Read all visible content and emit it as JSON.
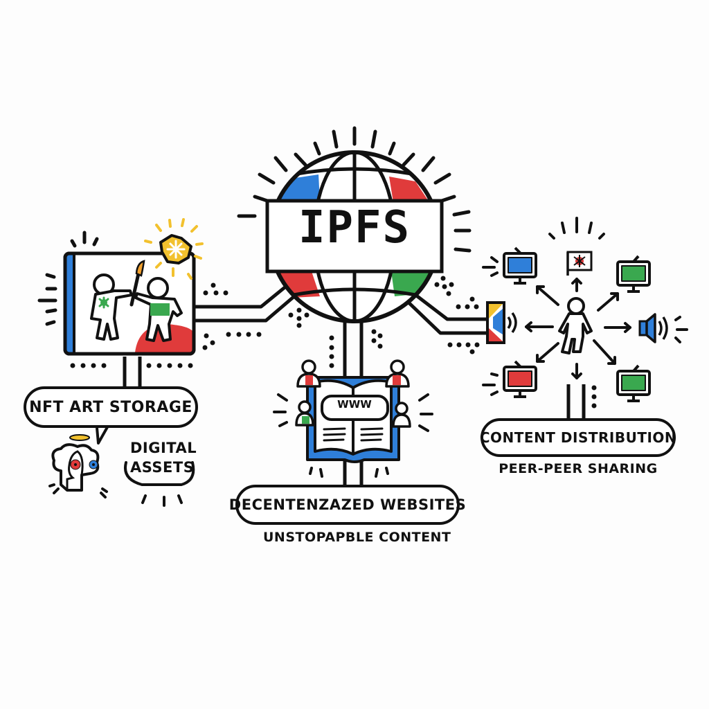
{
  "title": "IPFS",
  "colors": {
    "blue": "#2f7fd9",
    "red": "#e03b3b",
    "green": "#3aa84f",
    "yellow": "#f2c12e",
    "ink": "#111111",
    "background": "#fdfdfd"
  },
  "hub": {
    "label": "IPFS",
    "icon": "globe-icon"
  },
  "branches": [
    {
      "id": "nft",
      "label": "NFT ART STORAGE",
      "sublabel": "DIGITAL\nASSETS",
      "sublabel_line1": "DIGITAL",
      "sublabel_line2": "ASSETS",
      "icons": [
        "painting-canvas-icon",
        "paintbrush-icon",
        "people-icon",
        "sparkle-badge-icon",
        "head-profile-icon",
        "halo-icon"
      ]
    },
    {
      "id": "websites",
      "label": "DECENTENZAZED WEBSITES",
      "sublabel": "UNSTOPAPBLE CONTENT",
      "www": "WWW",
      "icons": [
        "open-book-icon",
        "people-icon"
      ]
    },
    {
      "id": "distribution",
      "label": "CONTENT DISTRIBUTION",
      "sublabel": "PEER-PEER SHARING",
      "icons": [
        "person-icon",
        "monitor-icon",
        "speaker-icon",
        "flag-icon"
      ]
    }
  ]
}
